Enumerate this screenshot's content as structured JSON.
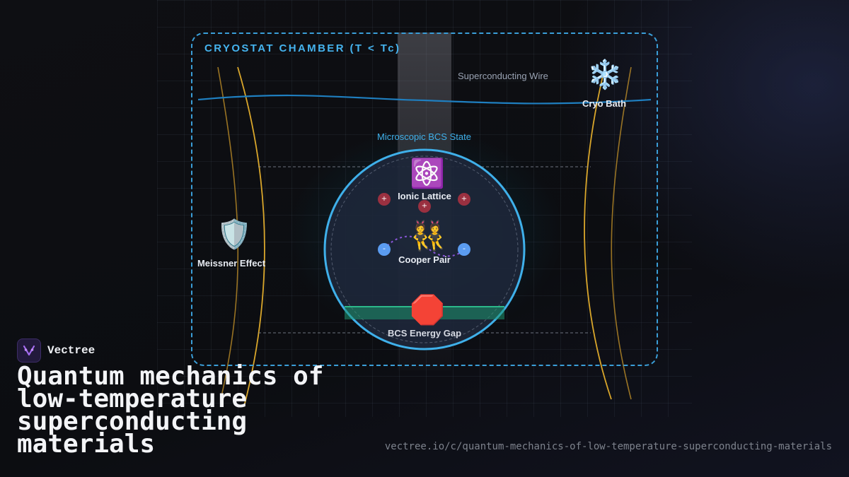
{
  "diagram": {
    "chamber_title": "CRYOSTAT CHAMBER (T < Tc)",
    "wire_label": "Superconducting Wire",
    "bcs_label": "Microscopic BCS State",
    "nodes": {
      "cryo_bath": {
        "icon": "snowflake-icon",
        "glyph": "❄️",
        "label": "Cryo Bath"
      },
      "meissner": {
        "icon": "shield-icon",
        "glyph": "🛡️",
        "label": "Meissner Effect"
      },
      "ionic_lattice": {
        "icon": "atom-icon",
        "glyph": "⚛️",
        "label": "Ionic Lattice"
      },
      "cooper_pair": {
        "icon": "pair-icon",
        "glyph": "👯",
        "label": "Cooper Pair"
      },
      "energy_gap": {
        "icon": "stop-sign-icon",
        "glyph": "🛑",
        "label": "BCS Energy Gap"
      }
    },
    "ion_symbol": "+",
    "electron_symbol": "-",
    "colors": {
      "chamber_border": "#3a9ed8",
      "bcs_circle": "#3fb0ea",
      "field_lines": "#d9a62b",
      "wire": "#1f7fc0",
      "ion": "#9a3040",
      "electron": "#5b9cf0",
      "gap_band": "#2cb98a"
    }
  },
  "brand": {
    "name": "Vectree"
  },
  "title": "Quantum mechanics of\nlow-temperature\nsuperconducting\nmaterials",
  "url": "vectree.io/c/quantum-mechanics-of-low-temperature-superconducting-materials"
}
